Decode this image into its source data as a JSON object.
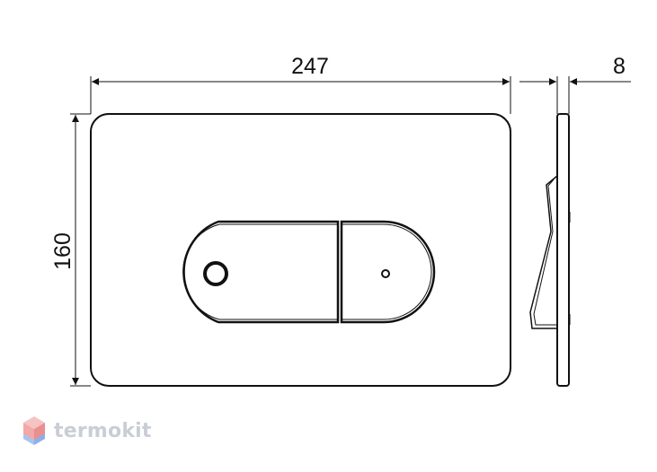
{
  "drawing": {
    "width_label": "247",
    "height_label": "160",
    "depth_label": "8"
  },
  "watermark": {
    "text": "termokit",
    "logo_colors": [
      "#f3a7a7",
      "#a9c3ee"
    ]
  }
}
